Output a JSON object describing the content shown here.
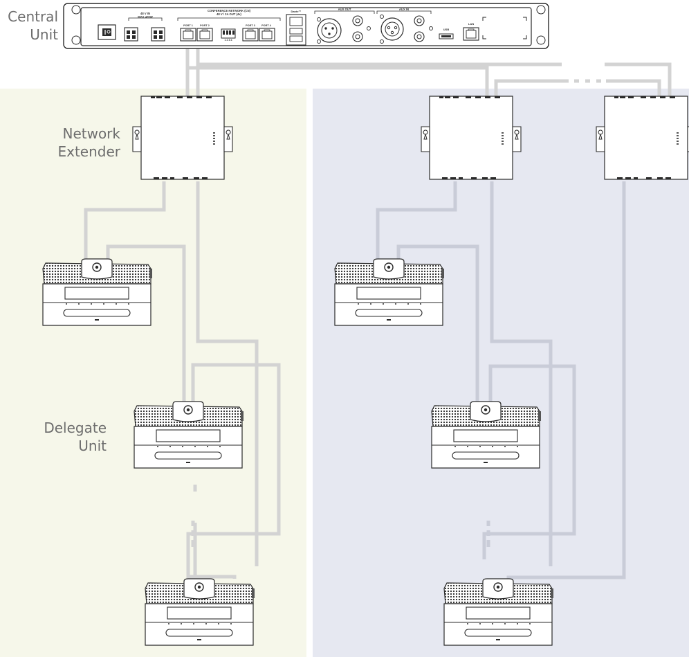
{
  "labels": {
    "central_unit": "Central\nUnit",
    "network_extender": "Network\nExtender",
    "delegate_unit": "Delegate\nUnit"
  },
  "central_unit_panel": {
    "power_in": "48 V IN",
    "max_power": "MAX 420W",
    "conference_network": "CONFERENCE NETWORK (CN)",
    "conference_network_power": "48 V / 2A OUT (4x)",
    "port_1": "PORT 1",
    "port_2": "PORT 2",
    "port_3": "PORT 3",
    "port_4": "PORT 4",
    "dip_numbers": "1 2 3 4",
    "dante": "Dante™",
    "aux_out": "AUX OUT",
    "aux_in": "AUX IN",
    "usb": "USB",
    "lan": "LAN"
  },
  "colors": {
    "left_zone": "#f6f7ea",
    "right_zone": "#e6e8f1",
    "cable_left": "#d3d3d3",
    "cable_right": "#c9ccd8",
    "device_stroke": "#2a2a2a",
    "label_text": "#6d6d6d"
  },
  "icons": {
    "power_switch": "power-switch-icon",
    "rj45_port": "rj45-port-icon",
    "xlr_connector": "xlr-connector-icon",
    "rca_connector": "rca-connector-icon",
    "usb_port": "usb-port-icon",
    "mount_hole": "mount-hole-icon",
    "microphone_socket": "microphone-socket-icon"
  }
}
